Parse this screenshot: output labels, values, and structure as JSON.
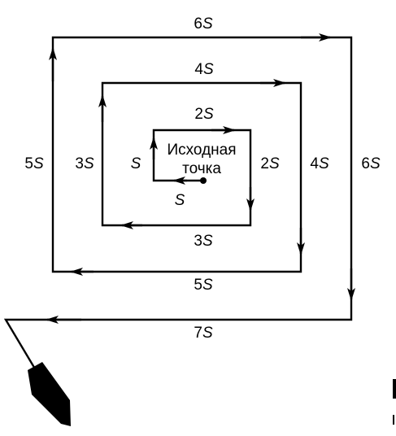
{
  "origin_label": [
    "Исходная",
    "точка"
  ],
  "leg_labels": {
    "leg1": "S",
    "leg2": "S",
    "leg3_top": "2S",
    "leg3_right": "2S",
    "leg4_bottom": "3S",
    "leg4_left": "3S",
    "leg5_top": "4S",
    "leg5_right": "4S",
    "leg6_bottom": "5S",
    "leg6_left": "5S",
    "leg7_top": "6S",
    "leg7_right": "6S",
    "leg8_bottom": "7S"
  },
  "colors": {
    "stroke": "#000000",
    "background": "#ffffff"
  }
}
